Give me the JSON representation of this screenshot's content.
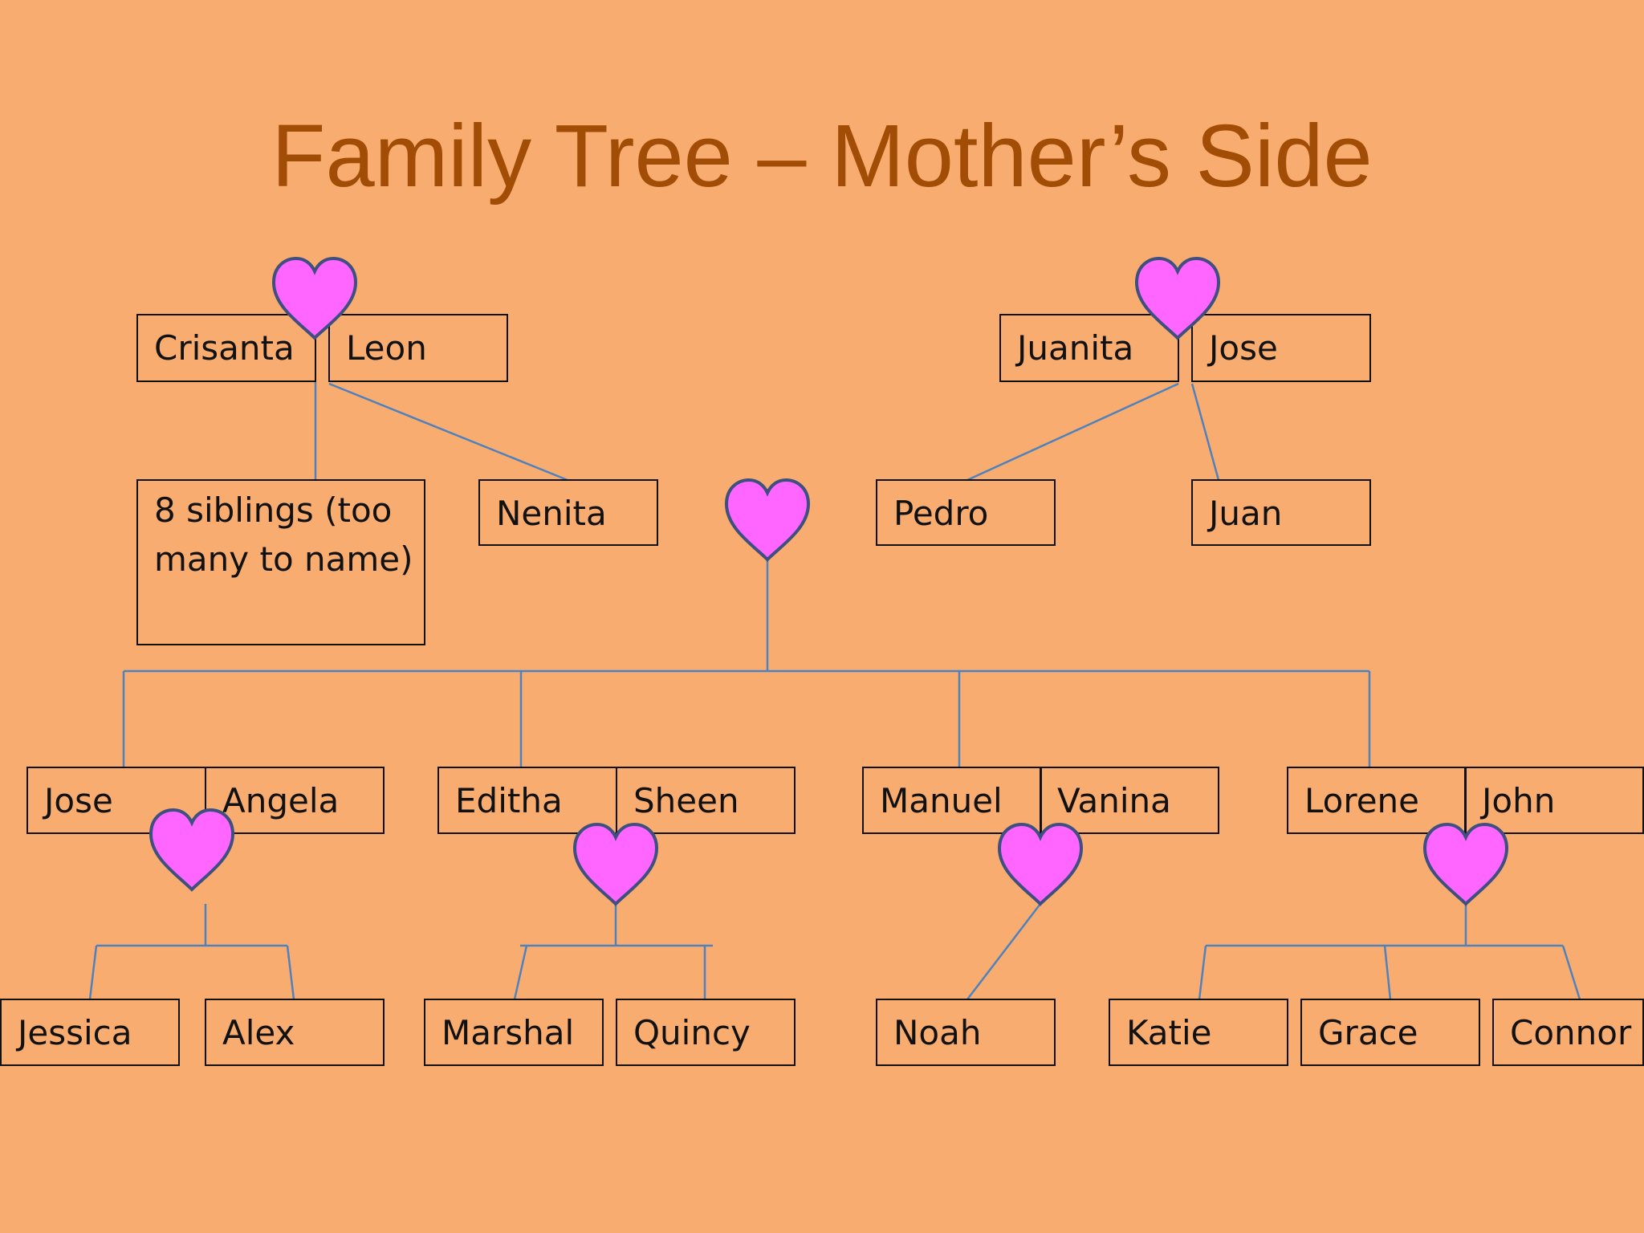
{
  "title": "Family Tree – Mother’s Side",
  "colors": {
    "background": "#F9AC6F",
    "title": "#A24D05",
    "heart_fill": "#FF66FF",
    "heart_stroke": "#3F4F7F",
    "connector": "#4F81BD",
    "box_border": "#111111"
  },
  "icons": {
    "union": "heart-icon"
  },
  "people": {
    "crisanta": "Crisanta",
    "leon": "Leon",
    "siblings": "8 siblings (too many to name)",
    "nenita": "Nenita",
    "juanita": "Juanita",
    "jose_gp": "Jose",
    "pedro": "Pedro",
    "juan": "Juan",
    "jose": "Jose",
    "angela": "Angela",
    "editha": "Editha",
    "sheen": "Sheen",
    "manuel": "Manuel",
    "vanina": "Vanina",
    "lorene": "Lorene",
    "john": "John",
    "jessica": "Jessica",
    "alex": "Alex",
    "marshal": "Marshal",
    "quincy": "Quincy",
    "noah": "Noah",
    "katie": "Katie",
    "grace": "Grace",
    "connor": "Connor"
  }
}
